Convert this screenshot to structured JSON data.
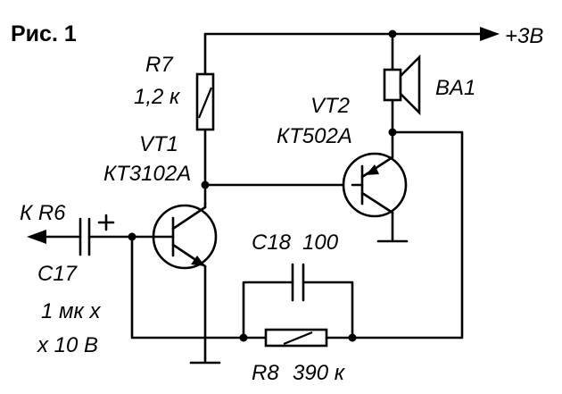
{
  "figure_title": "Рис. 1",
  "components": {
    "r7": {
      "ref": "R7",
      "value": "1,2 к"
    },
    "r8": {
      "ref": "R8",
      "value": "390 к"
    },
    "vt1": {
      "ref": "VT1",
      "part": "КТ3102А"
    },
    "vt2": {
      "ref": "VT2",
      "part": "КТ502А"
    },
    "ba1": {
      "ref": "BA1"
    },
    "c17": {
      "ref": "C17",
      "value_line1": "1 мк х",
      "value_line2": "х 10 В",
      "polarity": "+"
    },
    "c18": {
      "ref": "C18",
      "value": "100"
    }
  },
  "supply": {
    "label": "+3В"
  },
  "input": {
    "label": "К R6"
  }
}
